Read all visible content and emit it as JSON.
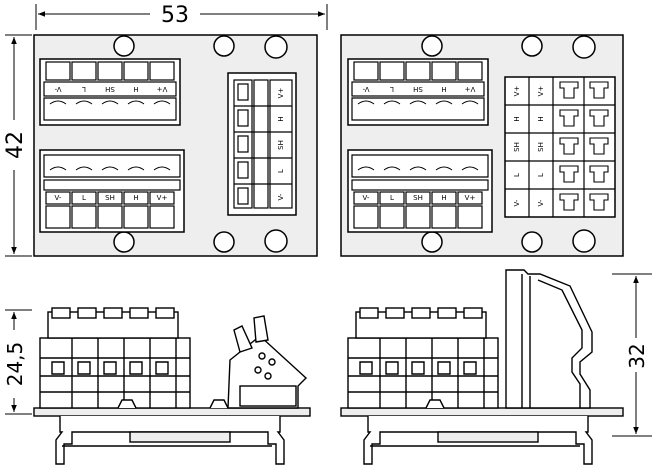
{
  "dimensions": {
    "width_top": "53",
    "height_left": "42",
    "height_side_left": "24,5",
    "height_side_right": "32"
  },
  "labels": {
    "row": [
      "V-",
      "L",
      "SH",
      "H",
      "V+"
    ]
  },
  "colors": {
    "line": "#000000",
    "background": "#ffffff",
    "plate": "#eeeeee"
  }
}
